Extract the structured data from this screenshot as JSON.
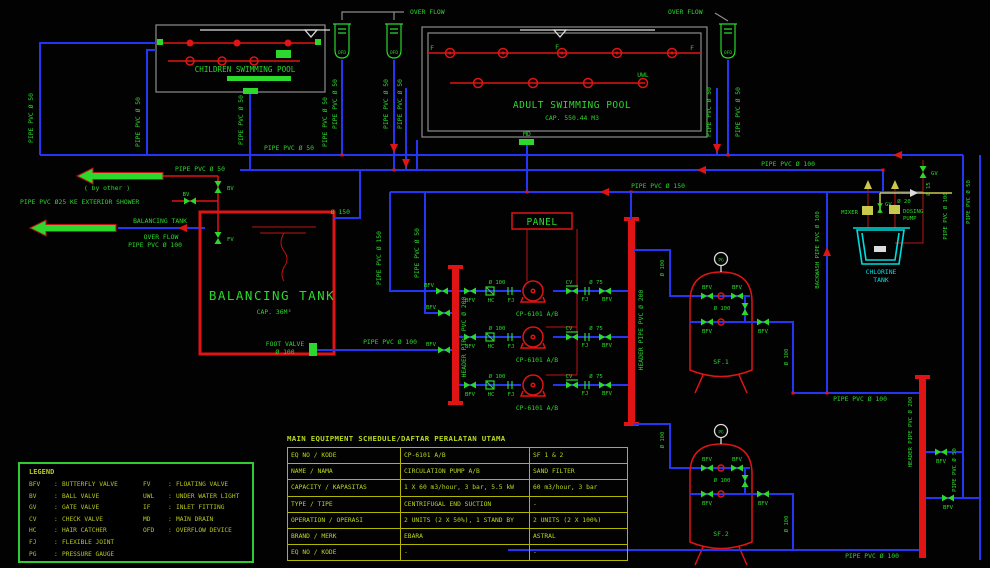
{
  "labels": {
    "overflow": "OVER FLOW"
  },
  "pools": {
    "children": {
      "name": "CHILDREN SWIMMING POOL"
    },
    "adult": {
      "name": "ADULT SWIMMING POOL",
      "cap": "CAP. 550.44 M3"
    }
  },
  "tank": {
    "name": "BALANCING TANK",
    "cap": "CAP. 36M³",
    "arrow_label": "BALANCING TANK",
    "by_other": "( by other )",
    "shower": "PIPE PVC Ø25 KE EXTERIOR SHOWER",
    "foot_valve": "FOOT VALVE"
  },
  "panel": "PANEL",
  "pump_tag": "CP-6101 A/B",
  "filters": {
    "sf1": "SF.1",
    "sf2": "SF.2"
  },
  "chlorine": {
    "mixer": "MIXER",
    "dosing1": "DOSING",
    "dosing2": "PUMP",
    "tank1": "CHLORINE",
    "tank2": "TANK"
  },
  "tags": {
    "bfv": "BFV",
    "bv": "BV",
    "gv": "GV",
    "cv": "CV",
    "hc": "HC",
    "fj": "FJ",
    "pg": "PG",
    "fv": "FV",
    "f": "F",
    "uwl": "UWL",
    "md": "MD",
    "ofd": "OFD"
  },
  "sizes": {
    "d15": "Ø 15",
    "d20": "Ø 20",
    "d75": "Ø 75",
    "d100": "Ø 100",
    "d150": "Ø 150"
  },
  "pipes": {
    "pvc50": "PIPE PVC Ø 50",
    "pvc100": "PIPE PVC Ø 100",
    "pvc150": "PIPE PVC Ø 150",
    "header200": "HEADER PIPE PVC Ø 200",
    "backwash": "BACKWASH PIPE PVC Ø 100"
  },
  "legend": {
    "title": "LEGEND",
    "left": [
      [
        "BFV",
        "BUTTERFLY VALVE"
      ],
      [
        "BV",
        "BALL VALVE"
      ],
      [
        "GV",
        "GATE VALVE"
      ],
      [
        "CV",
        "CHECK VALVE"
      ],
      [
        "HC",
        "HAIR CATCHER"
      ],
      [
        "FJ",
        "FLEXIBLE JOINT"
      ],
      [
        "PG",
        "PRESSURE GAUGE"
      ]
    ],
    "right": [
      [
        "FV",
        "FLOATING VALVE"
      ],
      [
        "UWL",
        "UNDER WATER LIGHT"
      ],
      [
        "IF",
        "INLET FITTING"
      ],
      [
        "MD",
        "MAIN DRAIN"
      ],
      [
        "OFD",
        "OVERFLOW DEVICE"
      ]
    ]
  },
  "schedule": {
    "title": "MAIN EQUIPMENT SCHEDULE/DAFTAR PERALATAN UTAMA",
    "rows": [
      [
        "EQ NO / KODE",
        "CP-6101 A/B",
        "SF 1 & 2"
      ],
      [
        "NAME / NAMA",
        "CIRCULATION PUMP A/B",
        "SAND FILTER"
      ],
      [
        "CAPACITY / KAPASITAS",
        "1 X 60 m3/hour, 3 bar, 5.5 kW",
        "60 m3/hour, 3 bar"
      ],
      [
        "TYPE / TIPE",
        "CENTRIFUGAL END SUCTION",
        "-"
      ],
      [
        "OPERATION / OPERASI",
        "2 UNITS (2 X 50%), 1 STAND BY",
        "2 UNITS (2 X 100%)"
      ],
      [
        "BRAND / MERK",
        "EBARA",
        "ASTRAL"
      ],
      [
        "EQ NO / KODE",
        "-",
        "-"
      ]
    ]
  }
}
